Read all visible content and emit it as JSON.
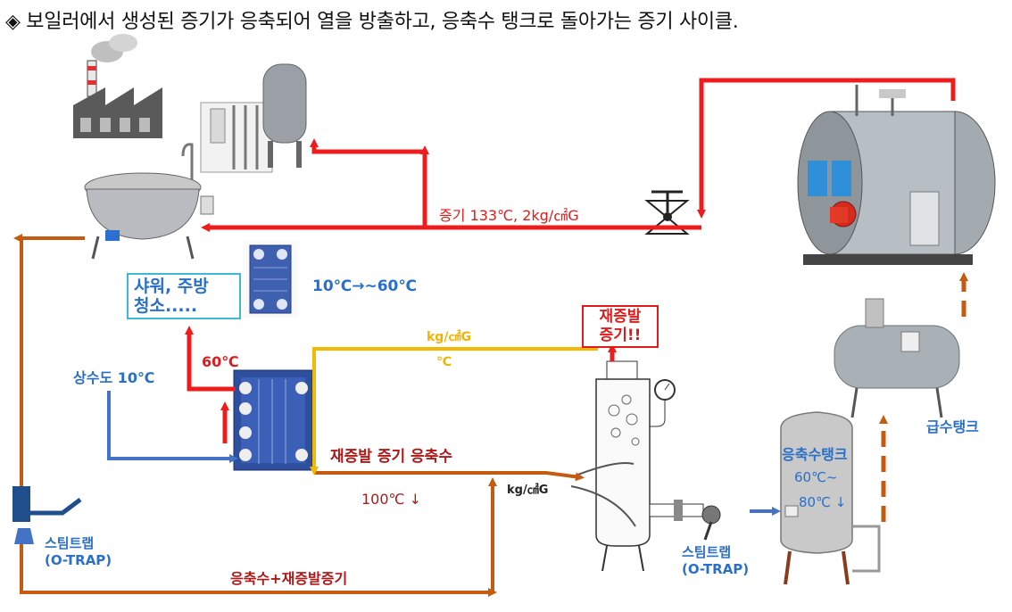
{
  "title": "◈ 보일러에서 생성된 증기가 응축되어 열을 방출하고, 응축수 탱크로 돌아가는 증기 사이클.",
  "labels": {
    "steam_spec": "증기 133℃, 2kg/㎠G",
    "shower": "샤워, 주방",
    "shower2": "청소.....",
    "temp_rise": "10℃→~60℃",
    "water_supply": "상수도 10℃",
    "sixty": "60℃",
    "kg_top": "kg/㎠G",
    "deg_top": "℃",
    "flash_steam1": "재증발",
    "flash_steam2": "증기!!",
    "flash_condensate": "재증발 증기 응축수",
    "hundred": "100℃ ↓",
    "kg_mid": "kg/㎠G",
    "trap_left1": "스팀트랩",
    "trap_left2": "(O-TRAP)",
    "bottom_line": "응축수+재증발증기",
    "trap_right1": "스팀트랩",
    "trap_right2": "(O-TRAP)",
    "cond_tank": "응축수탱크",
    "cond_temp1": "60℃~",
    "cond_temp2": "80℃ ↓",
    "feed_tank": "급수탱크"
  },
  "colors": {
    "steam": "#ee1c1c",
    "condensate": "#c55a11",
    "flash": "#f5b800",
    "cold": "#4472c4"
  }
}
